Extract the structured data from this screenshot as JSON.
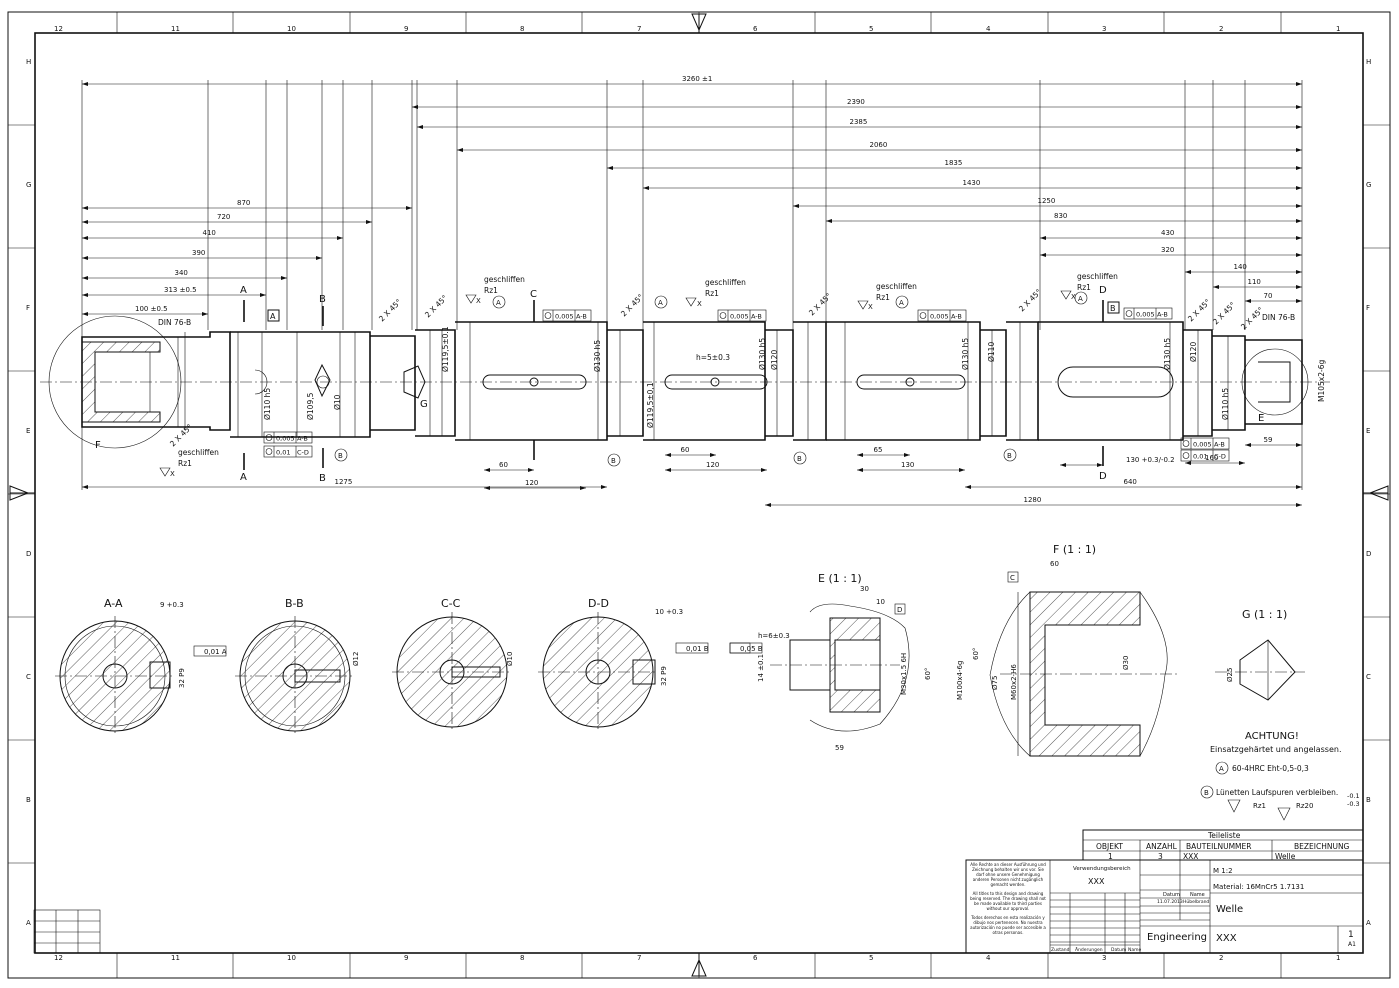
{
  "border": {
    "cols_top": [
      "12",
      "11",
      "10",
      "9",
      "8",
      "7",
      "6",
      "5",
      "4",
      "3",
      "2",
      "1"
    ],
    "rows_left": [
      "H",
      "G",
      "F",
      "E",
      "D",
      "C",
      "B",
      "A"
    ]
  },
  "dims": {
    "total": "3260 ±1",
    "d2390": "2390",
    "d2385": "2385",
    "d2060": "2060",
    "d1835": "1835",
    "d1430": "1430",
    "d1250": "1250",
    "d830": "830",
    "d430": "430",
    "d320": "320",
    "d140": "140",
    "d110": "110",
    "d70": "70",
    "d870": "870",
    "d720": "720",
    "d410": "410",
    "d390": "390",
    "d340": "340",
    "d313": "313 ±0.5",
    "d100": "100 ±0.5",
    "d1275": "1275",
    "d60a": "60",
    "d120a": "120",
    "d60b": "60",
    "d120b": "120",
    "d65": "65",
    "d130": "130",
    "d640": "640",
    "d1280": "1280",
    "d130tol": "130 +0.3/-0.2",
    "d160": "160",
    "d59": "59",
    "h": "h=5±0.3"
  },
  "notes": {
    "geschliffen": "geschliffen",
    "rz1": "Rz1",
    "x": "X",
    "din": "DIN 76-B",
    "chamfer": "2 X 45°",
    "tol_ab": "0,005",
    "ab": "A-B",
    "tol_cd": "0,01",
    "cd": "C-D",
    "dia110": "Ø110 h5",
    "dia130": "Ø130 h5",
    "dia120": "Ø120",
    "dia1195": "Ø119,5±0.1",
    "thread": "M105x2-6g",
    "dia10": "Ø10",
    "dia12": "Ø12"
  },
  "sections": {
    "aa": "A-A",
    "bb": "B-B",
    "cc": "C-C",
    "dd": "D-D",
    "e": "E (1 : 1)",
    "f": "F (1 : 1)",
    "g": "G (1 : 1)",
    "tol001": "0,01",
    "tol005": "0,05",
    "p32": "32 P9",
    "g9": "9 +0.3",
    "g10": "10 +0.3",
    "e30": "30",
    "e10": "10",
    "e59": "59",
    "e60deg": "60°",
    "eM30": "M30x1.5 6H",
    "eh": "h=6±0.3",
    "e14": "14 ±0.1",
    "f60": "60",
    "fM100": "M100x4-6g",
    "fdia75": "Ø75",
    "fM60": "M60x2-H6",
    "fdia30": "Ø30",
    "f60deg": "60°",
    "gdia25": "Ø25"
  },
  "notes_block": {
    "achtung": "ACHTUNG!",
    "line1": "Einsatzgehärtet und angelassen.",
    "a_note": "60-4HRC Eht-0,5-0,3",
    "b_note": "Lünetten Laufspuren verbleiben.",
    "rz1": "Rz1",
    "rz20": "Rz20",
    "tol_plus": "-0.1",
    "tol_minus": "-0.3"
  },
  "parts_list": {
    "title": "Teileliste",
    "headers": [
      "OBJEKT",
      "ANZAHL",
      "BAUTEILNUMMER",
      "BEZEICHNUNG"
    ],
    "row": [
      "1",
      "3",
      "XXX",
      "Welle"
    ]
  },
  "title_block": {
    "copyright_de": "Alle Rechte an dieser Ausführung und Zeichnung behalten wir uns vor. Sie darf ohne unsere Genehmigung anderen Personen nicht zugänglich gemacht werden.",
    "copyright_en": "All titles to this design and drawing being reserved. The drawing shall not be made available to third parties without our approval.",
    "copyright_es": "Todos derechos en esta realización y dibujo nos pertenecen. No nuestra autorización no puede ser accesible a otras personas.",
    "usage_label": "Verwendungsbereich",
    "usage_value": "XXX",
    "scale": "M 1:2",
    "material": "Material: 16MnCr5   1.7131",
    "name": "Welle",
    "company": "Engineering",
    "number": "XXX",
    "sheet": "1",
    "format": "A1",
    "date": "11.07.2013",
    "drawn_by": "Hübelbrand",
    "col_datum": "Datum",
    "col_name": "Name",
    "rev_headers": [
      "Zustand",
      "Änderungen",
      "Datum",
      "Name"
    ]
  }
}
